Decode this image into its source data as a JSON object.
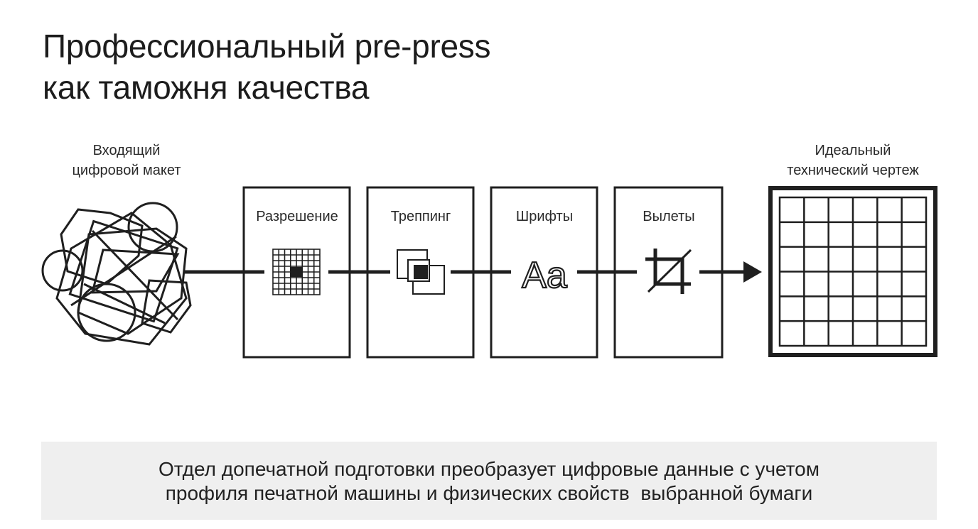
{
  "title": {
    "line1": "Профессиональный pre-press",
    "line2": "как таможня качества"
  },
  "input": {
    "line1": "Входящий",
    "line2": "цифровой макет"
  },
  "output": {
    "line1": "Идеальный",
    "line2": "технический чертеж"
  },
  "stages": [
    {
      "label": "Разрешение",
      "icon": "pixel-grid-icon"
    },
    {
      "label": "Треппинг",
      "icon": "overlapping-squares-icon"
    },
    {
      "label": "Шрифты",
      "icon": "font-aa-icon"
    },
    {
      "label": "Вылеты",
      "icon": "crop-icon"
    }
  ],
  "font_glyph": "Aa",
  "footer": {
    "line1": "Отдел допечатной подготовки преобразует цифровые данные с учетом",
    "line2": "профиля печатной машины и физических свойств  выбранной бумаги"
  },
  "colors": {
    "stroke": "#1f1f1f",
    "footer_bg": "#efefef"
  }
}
